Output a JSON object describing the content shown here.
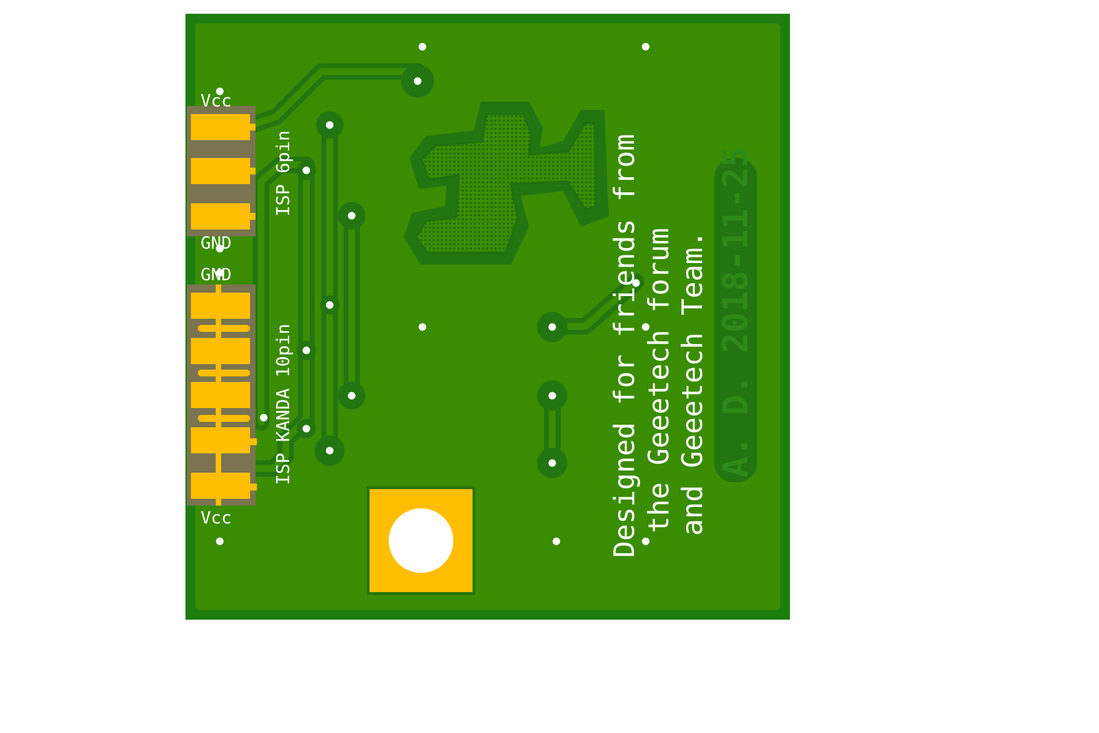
{
  "colors": {
    "background": "#ffffff",
    "board_edge": "#1f7d10",
    "copper_fill": "#3a8c00",
    "copper_dark": "#227510",
    "pad_gold": "#ffbf00",
    "pad_mask": "#7a7550",
    "silkscreen": "#ffffff",
    "date_ink": "#2d8a18"
  },
  "silkscreen": {
    "vcc_top": "Vcc",
    "gnd_upper": "GND",
    "gnd_lower": "GND",
    "vcc_bottom": "Vcc",
    "isp_6pin": "ISP  6pin",
    "isp_kanda": "ISP KANDA 10pin",
    "designed_line1": "Designed for friends from",
    "designed_line2": "the Geeetech forum",
    "designed_line3": "and Geeetech Team.",
    "date": "A. D. 2018-11-25"
  },
  "icons": {
    "logo": "lizard-logo-icon",
    "mount_hole": "mounting-hole-icon"
  }
}
